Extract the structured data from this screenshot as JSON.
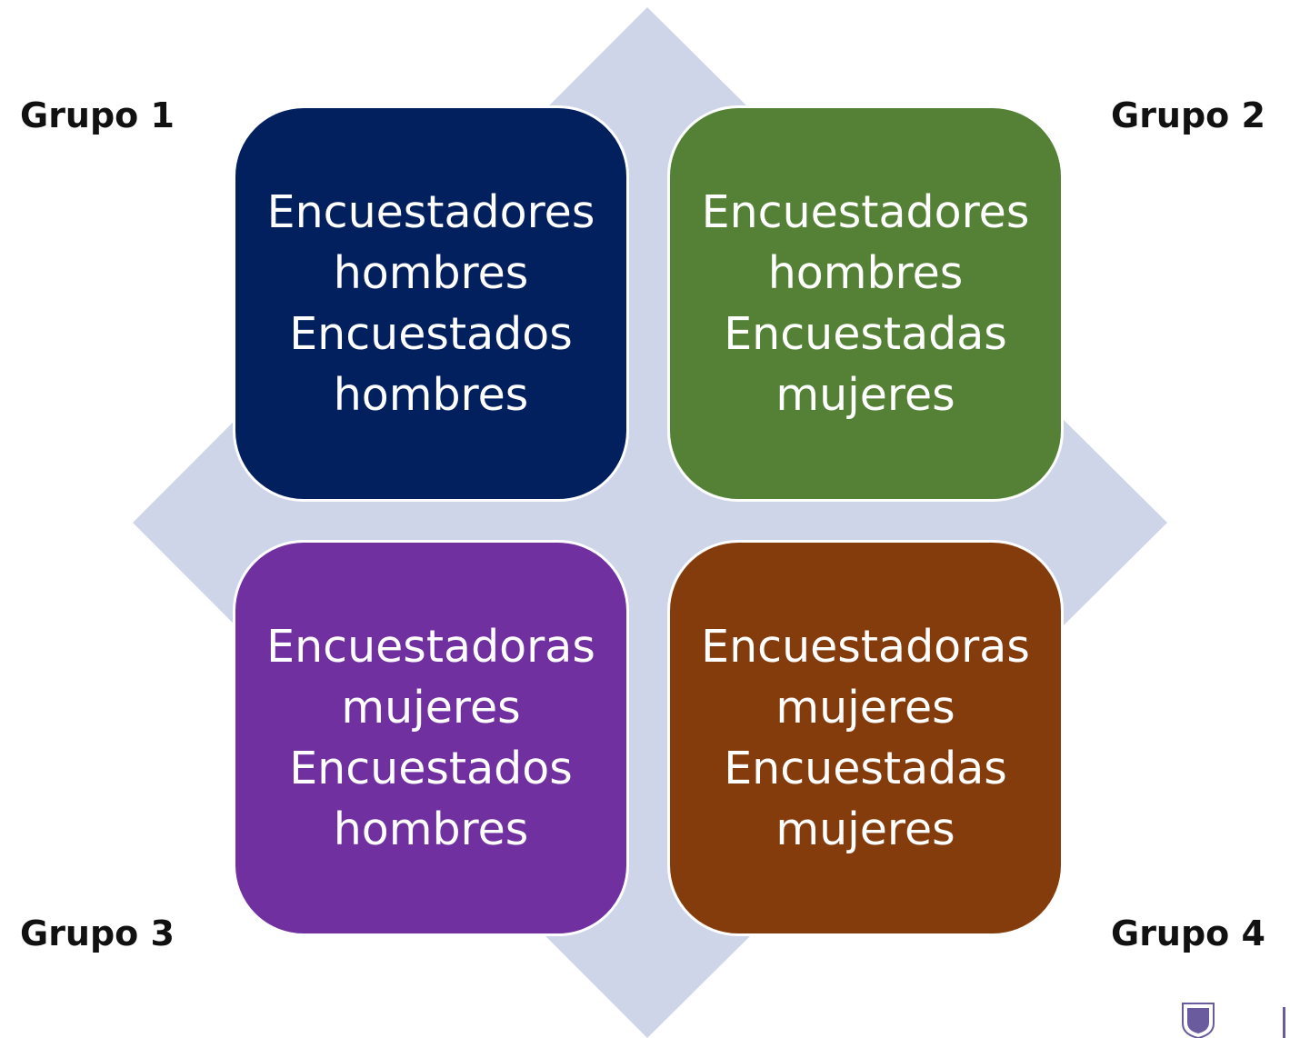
{
  "colors": {
    "diamond": "#cfd5e9",
    "group_1_box": "#02205e",
    "group_2_box": "#548136",
    "group_3_box": "#7030a0",
    "group_4_box": "#843c0c",
    "logo": "#6a5b9e"
  },
  "groups": [
    {
      "label": "Grupo 1",
      "text": "Encuestadores hombres Encuestados hombres"
    },
    {
      "label": "Grupo 2",
      "text": "Encuestadores hombres Encuestadas mujeres"
    },
    {
      "label": "Grupo 3",
      "text": "Encuestadoras mujeres Encuestados hombres"
    },
    {
      "label": "Grupo 4",
      "text": "Encuestadoras mujeres Encuestadas mujeres"
    }
  ],
  "logo": {
    "icon": "university-crest-icon"
  }
}
